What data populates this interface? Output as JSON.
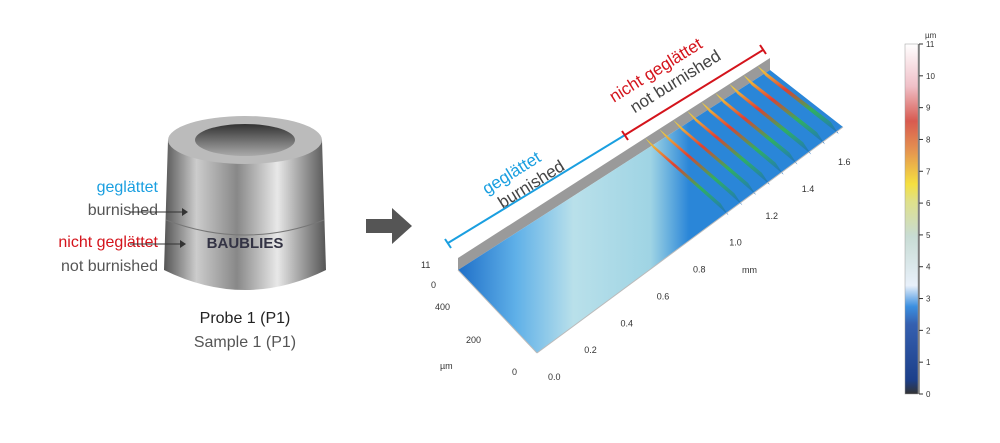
{
  "left": {
    "burnished_de": "geglättet",
    "burnished_en": "burnished",
    "not_burnished_de": "nicht geglättet",
    "not_burnished_en": "not burnished",
    "brand": "BAUBLIES",
    "caption_de": "Probe 1 (P1)",
    "caption_en": "Sample 1 (P1)"
  },
  "plot": {
    "burnished_de": "geglättet",
    "burnished_en": "burnished",
    "not_burnished_de": "nicht geglättet",
    "not_burnished_en": "not burnished",
    "x_unit": "mm",
    "x_ticks": [
      "0.0",
      "0.2",
      "0.4",
      "0.6",
      "0.8",
      "1.0",
      "1.2",
      "1.4",
      "1.6"
    ],
    "y_unit": "µm",
    "y_ticks": [
      "0",
      "200",
      "400"
    ],
    "z_ticks": [
      "0",
      "11"
    ]
  },
  "colorbar": {
    "unit": "µm",
    "ticks": [
      "0",
      "1",
      "2",
      "3",
      "4",
      "5",
      "6",
      "7",
      "8",
      "9",
      "10",
      "11"
    ],
    "range": [
      0,
      11
    ]
  },
  "colors": {
    "blue": "#1a9fe0",
    "red": "#d4141c"
  }
}
